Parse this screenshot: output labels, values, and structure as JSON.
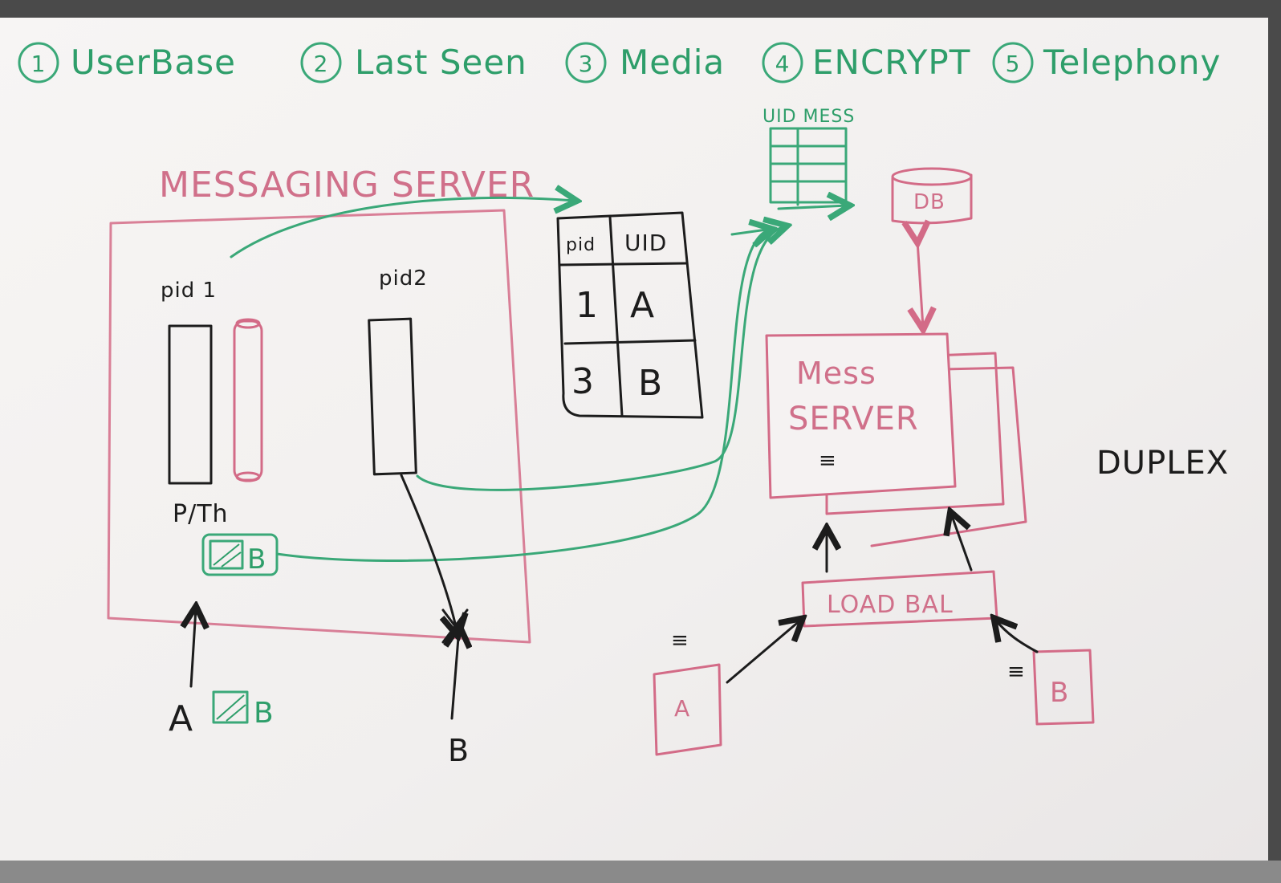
{
  "topics": [
    {
      "num": "1",
      "label": "UserBase"
    },
    {
      "num": "2",
      "label": "Last Seen"
    },
    {
      "num": "3",
      "label": "Media"
    },
    {
      "num": "4",
      "label": "ENCRYPT"
    },
    {
      "num": "5",
      "label": "Telephony"
    }
  ],
  "messaging_server": {
    "title": "MESSAGING SERVER",
    "pid1": "pid 1",
    "pid2": "pid2",
    "pth": "P/Th",
    "queued_msg": "B"
  },
  "table": {
    "headers": [
      "pid",
      "UID"
    ],
    "rows": [
      [
        "1",
        "A"
      ],
      [
        "3",
        "B"
      ]
    ]
  },
  "uid_mess_label": "UID MESS",
  "db_label": "DB",
  "mess_server": {
    "line1": "Mess",
    "line2": "SERVER",
    "glyph": "≡"
  },
  "load_balancer": "LOAD BAL",
  "duplex": "DUPLEX",
  "clients": {
    "left_a": "A",
    "left_msg": "B",
    "left_b": "B",
    "right_a": "A",
    "right_b": "B",
    "glyph": "≡"
  },
  "colors": {
    "green": "#2e9e6a",
    "pink": "#d0708a",
    "black": "#1c1c1c",
    "board": "#f4f2f1"
  }
}
